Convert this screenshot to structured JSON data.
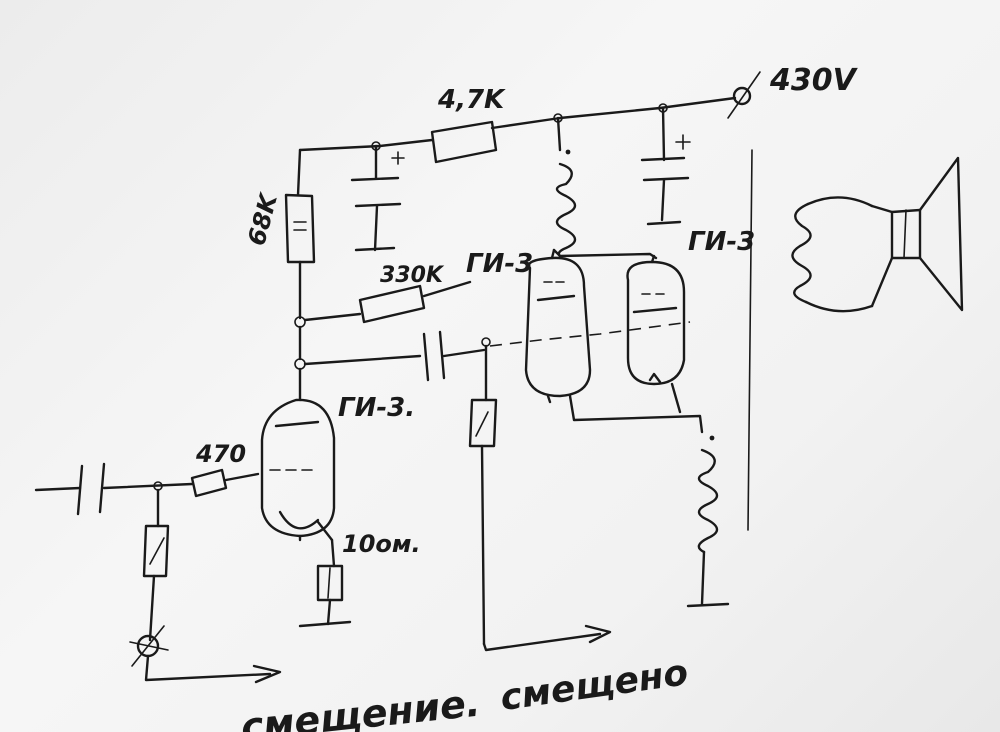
{
  "labels": {
    "supply_voltage": "430V",
    "resistor_top": "4,7K",
    "resistor_plate": "68K",
    "resistor_feedback": "330K",
    "tube_output_1": "ГИ-3",
    "tube_output_2": "ГИ-3",
    "tube_input": "ГИ-3.",
    "resistor_grid": "470",
    "resistor_cathode": "10ом.",
    "bias_left": "смещение.",
    "bias_right": "смещено"
  }
}
